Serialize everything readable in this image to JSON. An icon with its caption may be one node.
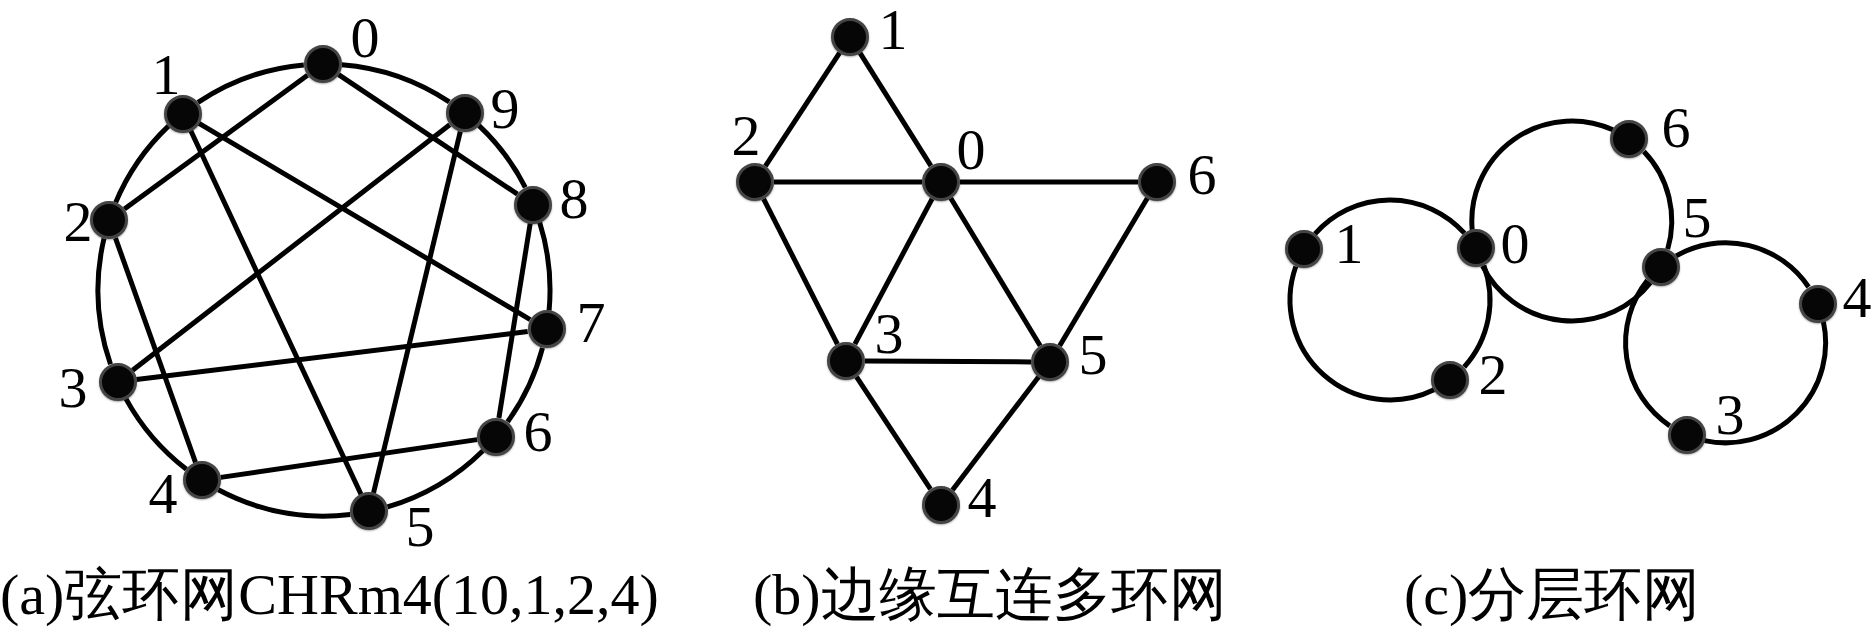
{
  "diagram": {
    "nodes": [
      {
        "text": [],
        "shape": "circle",
        "beside": [
          "0"
        ]
      },
      {
        "text": [],
        "shape": "circle",
        "beside": [
          "1"
        ]
      },
      {
        "text": [],
        "shape": "circle",
        "beside": [
          "2"
        ]
      },
      {
        "text": [],
        "shape": "circle",
        "beside": [
          "3"
        ]
      },
      {
        "text": [],
        "shape": "circle",
        "beside": [
          "4"
        ]
      },
      {
        "text": [],
        "shape": "circle",
        "beside": [
          "5"
        ]
      },
      {
        "text": [],
        "shape": "circle",
        "beside": [
          "6"
        ]
      },
      {
        "text": [],
        "shape": "circle",
        "beside": [
          "7"
        ]
      },
      {
        "text": [],
        "shape": "circle",
        "beside": [
          "8"
        ]
      },
      {
        "text": [],
        "shape": "circle",
        "beside": [
          "9"
        ]
      },
      {
        "text": [],
        "shape": "circle",
        "beside": [
          "0"
        ]
      },
      {
        "text": [],
        "shape": "circle",
        "beside": [
          "1"
        ]
      },
      {
        "text": [],
        "shape": "circle",
        "beside": [
          "2"
        ]
      },
      {
        "text": [],
        "shape": "circle",
        "beside": [
          "3"
        ]
      },
      {
        "text": [],
        "shape": "circle",
        "beside": [
          "4"
        ]
      },
      {
        "text": [],
        "shape": "circle",
        "beside": [
          "5"
        ]
      },
      {
        "text": [],
        "shape": "circle",
        "beside": [
          "6"
        ]
      },
      {
        "text": [],
        "shape": "circle",
        "beside": [
          "0"
        ]
      },
      {
        "text": [],
        "shape": "circle",
        "beside": [
          "1"
        ]
      },
      {
        "text": [],
        "shape": "circle",
        "beside": [
          "2"
        ]
      },
      {
        "text": [],
        "shape": "circle",
        "beside": [
          "3"
        ]
      },
      {
        "text": [],
        "shape": "circle",
        "beside": [
          "4"
        ]
      },
      {
        "text": [],
        "shape": "circle",
        "beside": [
          "5"
        ]
      },
      {
        "text": [],
        "shape": "circle",
        "beside": [
          "6"
        ]
      }
    ],
    "edges": [
      {
        "from": 0,
        "to": 1,
        "arrow": "none"
      },
      {
        "from": 1,
        "to": 2,
        "arrow": "none"
      },
      {
        "from": 2,
        "to": 3,
        "arrow": "none"
      },
      {
        "from": 3,
        "to": 4,
        "arrow": "none"
      },
      {
        "from": 4,
        "to": 5,
        "arrow": "none"
      },
      {
        "from": 5,
        "to": 6,
        "arrow": "none"
      },
      {
        "from": 6,
        "to": 7,
        "arrow": "none"
      },
      {
        "from": 7,
        "to": 8,
        "arrow": "none"
      },
      {
        "from": 8,
        "to": 9,
        "arrow": "none"
      },
      {
        "from": 9,
        "to": 0,
        "arrow": "none"
      },
      {
        "from": 0,
        "to": 2,
        "arrow": "none"
      },
      {
        "from": 0,
        "to": 8,
        "arrow": "none"
      },
      {
        "from": 1,
        "to": 5,
        "arrow": "none"
      },
      {
        "from": 1,
        "to": 7,
        "arrow": "none"
      },
      {
        "from": 2,
        "to": 4,
        "arrow": "none"
      },
      {
        "from": 3,
        "to": 7,
        "arrow": "none"
      },
      {
        "from": 3,
        "to": 9,
        "arrow": "none"
      },
      {
        "from": 4,
        "to": 6,
        "arrow": "none"
      },
      {
        "from": 5,
        "to": 9,
        "arrow": "none"
      },
      {
        "from": 6,
        "to": 8,
        "arrow": "none"
      },
      {
        "from": 11,
        "to": 12,
        "arrow": "none"
      },
      {
        "from": 11,
        "to": 10,
        "arrow": "none"
      },
      {
        "from": 12,
        "to": 10,
        "arrow": "none"
      },
      {
        "from": 10,
        "to": 16,
        "arrow": "none"
      },
      {
        "from": 12,
        "to": 13,
        "arrow": "none"
      },
      {
        "from": 10,
        "to": 13,
        "arrow": "none"
      },
      {
        "from": 10,
        "to": 15,
        "arrow": "none"
      },
      {
        "from": 16,
        "to": 15,
        "arrow": "none"
      },
      {
        "from": 13,
        "to": 15,
        "arrow": "none"
      },
      {
        "from": 13,
        "to": 14,
        "arrow": "none"
      },
      {
        "from": 15,
        "to": 14,
        "arrow": "none"
      },
      {
        "from": 18,
        "to": 17,
        "arrow": "none"
      },
      {
        "from": 17,
        "to": 19,
        "arrow": "none"
      },
      {
        "from": 19,
        "to": 18,
        "arrow": "none"
      },
      {
        "from": 17,
        "to": 23,
        "arrow": "none"
      },
      {
        "from": 23,
        "to": 22,
        "arrow": "none"
      },
      {
        "from": 22,
        "to": 17,
        "arrow": "none"
      },
      {
        "from": 22,
        "to": 21,
        "arrow": "none"
      },
      {
        "from": 21,
        "to": 20,
        "arrow": "none"
      },
      {
        "from": 20,
        "to": 22,
        "arrow": "none"
      }
    ],
    "labels": [
      "(a)弦环网CHRm4(10,1,2,4)",
      "(b)边缘互连多环网",
      "(c)分层环网"
    ]
  }
}
